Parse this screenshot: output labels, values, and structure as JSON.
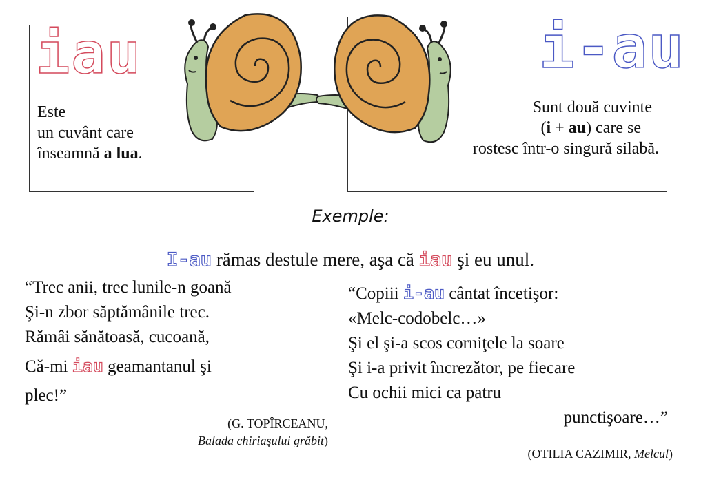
{
  "left_box": {
    "word": "iau",
    "line1": "Este",
    "line2": "un cuvânt care",
    "line3_prefix": "înseamnă ",
    "line3_bold": "a lua",
    "line3_suffix": "."
  },
  "right_box": {
    "word": "i-au",
    "line1": "Sunt două cuvinte",
    "line2_open": "(",
    "line2_i": "i",
    "line2_plus": " + ",
    "line2_au": "au",
    "line2_rest": ") care se",
    "line3": "rostesc  într-o singură  silabă."
  },
  "exemple_heading": "Exemple:",
  "example_sentence": {
    "w1": "I-au",
    "t1": " rămas destule mere, aşa că ",
    "w2": "iau",
    "t2": " şi eu unul."
  },
  "poem_left": {
    "l1": "“Trec anii, trec lunile-n goană",
    "l2": "Şi-n zbor săptămânile trec.",
    "l3": "Rămâi sănătoasă, cucoană,",
    "l4_pre": "Că-mi ",
    "l4_word": "iau",
    "l4_post": " geamantanul şi",
    "l5": "plec!”",
    "source_author": "(G. TOPÎRCEANU,",
    "source_title": "Balada chiriaşului grăbit",
    "source_close": ")"
  },
  "poem_right": {
    "l1_pre": "“Copiii ",
    "l1_word": "i-au",
    "l1_post": " cântat încetişor:",
    "l2": "«Melc-codobelc…»",
    "l3": "Şi el şi-a scos corniţele la soare",
    "l4": "Şi i-a privit încrezător, pe fiecare",
    "l5": "Cu ochii mici ca patru",
    "l6": "punctişoare…”",
    "source_author": "(OTILIA CAZIMIR, ",
    "source_title": "Melcul",
    "source_close": ")"
  },
  "colors": {
    "red_outline": "#d44a5c",
    "blue_outline": "#4b59c4",
    "shell": "#e0a455",
    "body": "#b5cda0"
  }
}
